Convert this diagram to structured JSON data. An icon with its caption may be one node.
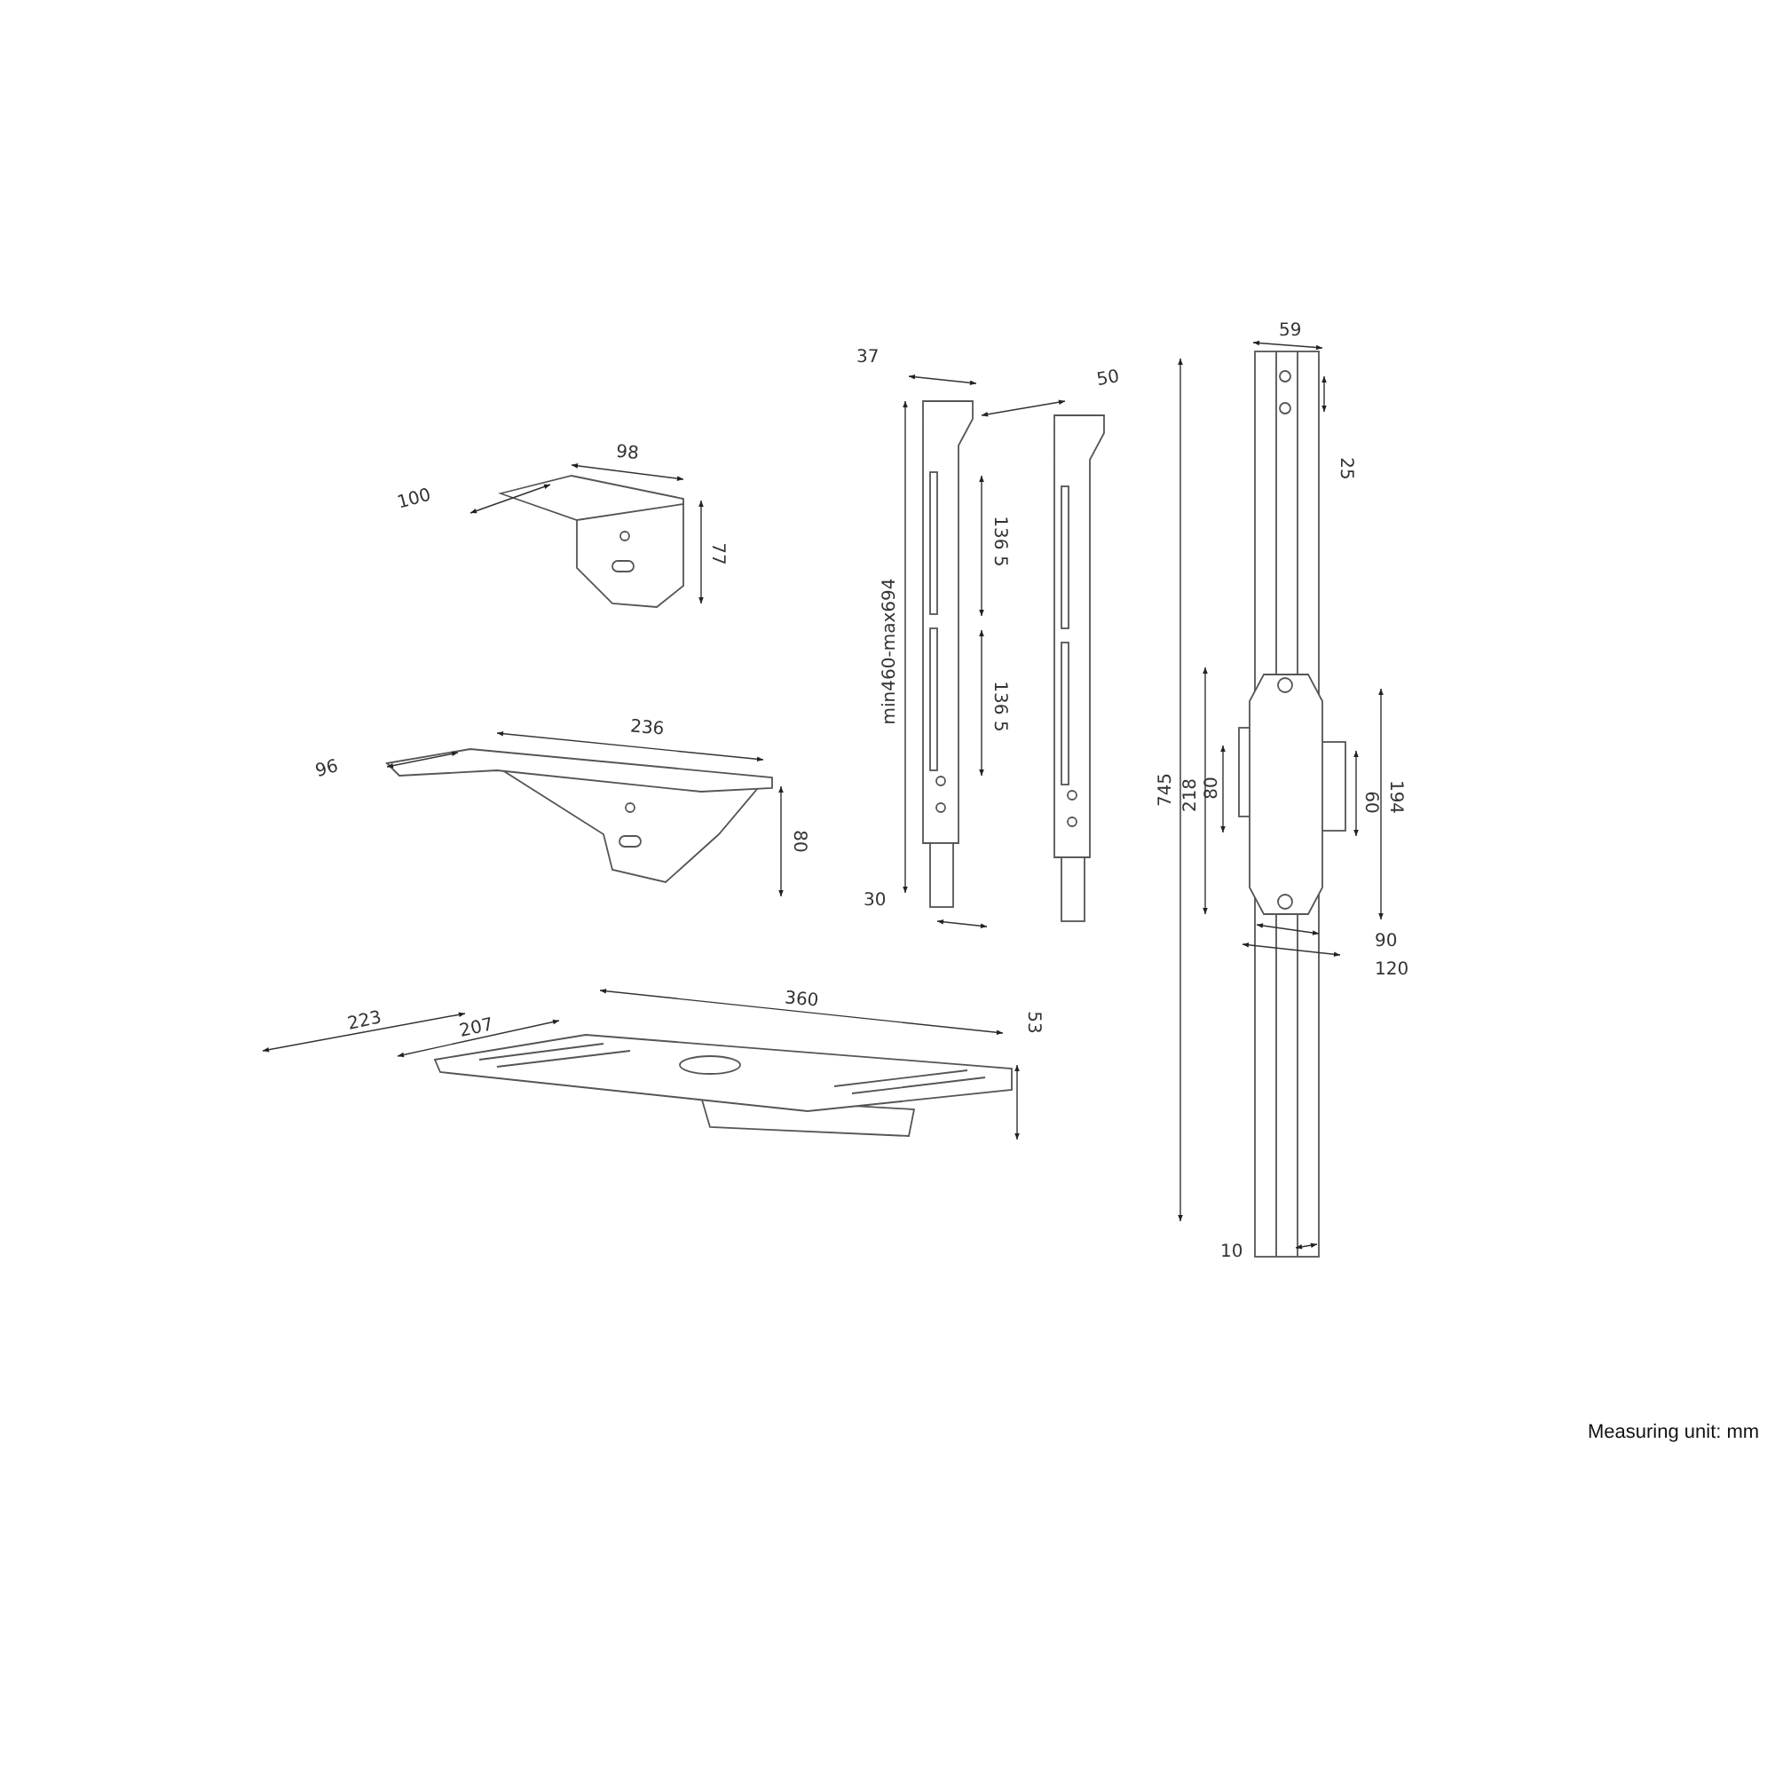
{
  "diagram": {
    "labels": [
      "98",
      "100",
      "77",
      "236",
      "96",
      "80",
      "360",
      "223",
      "207",
      "53",
      "37",
      "50",
      "min460-max694",
      "136 5",
      "136 5",
      "30",
      "59",
      "25",
      "745",
      "218",
      "80",
      "60",
      "194",
      "90",
      "120",
      "10",
      "Measuring unit: mm"
    ]
  }
}
